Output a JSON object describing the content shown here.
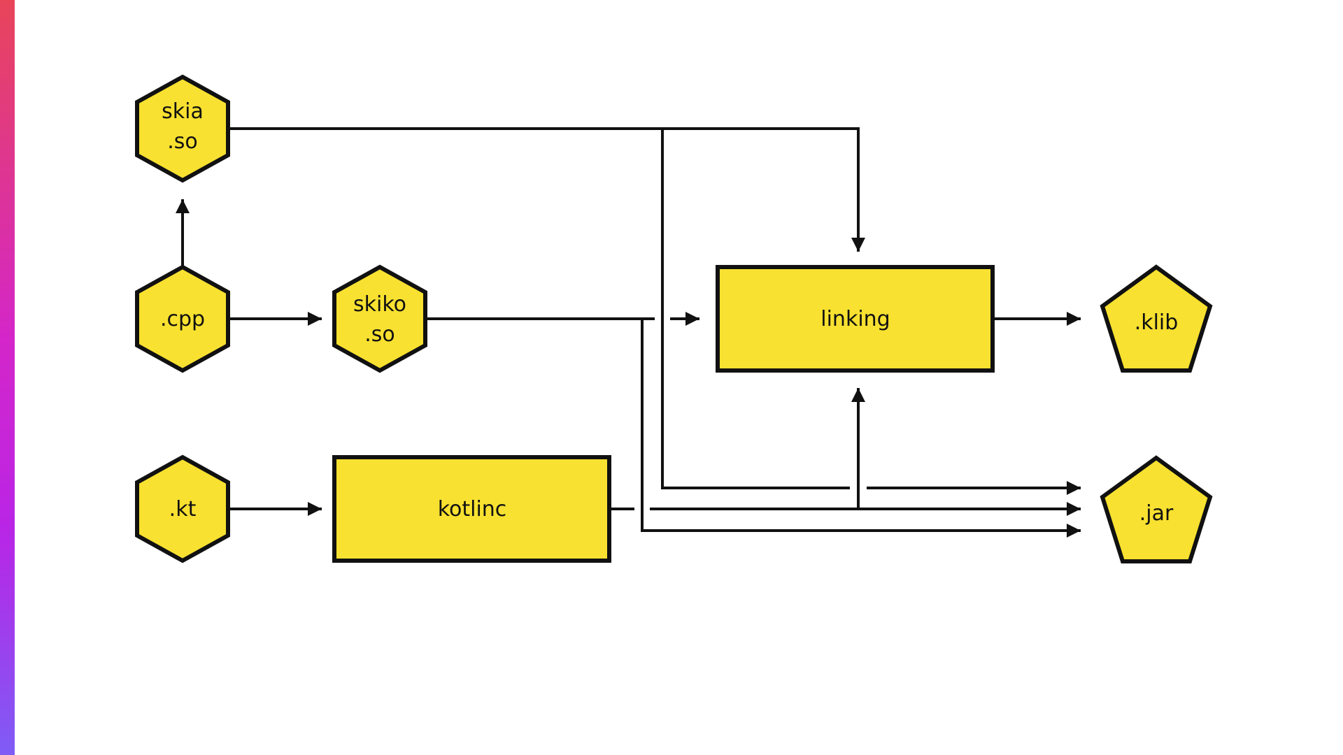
{
  "nodes": {
    "skia_so": {
      "line1": "skia",
      "line2": ".so"
    },
    "cpp": {
      "label": ".cpp"
    },
    "skiko_so": {
      "line1": "skiko",
      "line2": ".so"
    },
    "kt": {
      "label": ".kt"
    },
    "kotlinc": {
      "label": "kotlinc"
    },
    "linking": {
      "label": "linking"
    },
    "klib": {
      "label": ".klib"
    },
    "jar": {
      "label": ".jar"
    }
  },
  "colors": {
    "node_fill": "#f8e130",
    "stroke": "#111111",
    "background": "#ffffff",
    "accent_gradient": [
      "#e8455a",
      "#d426c9",
      "#b925e6",
      "#7f5cf5"
    ]
  }
}
